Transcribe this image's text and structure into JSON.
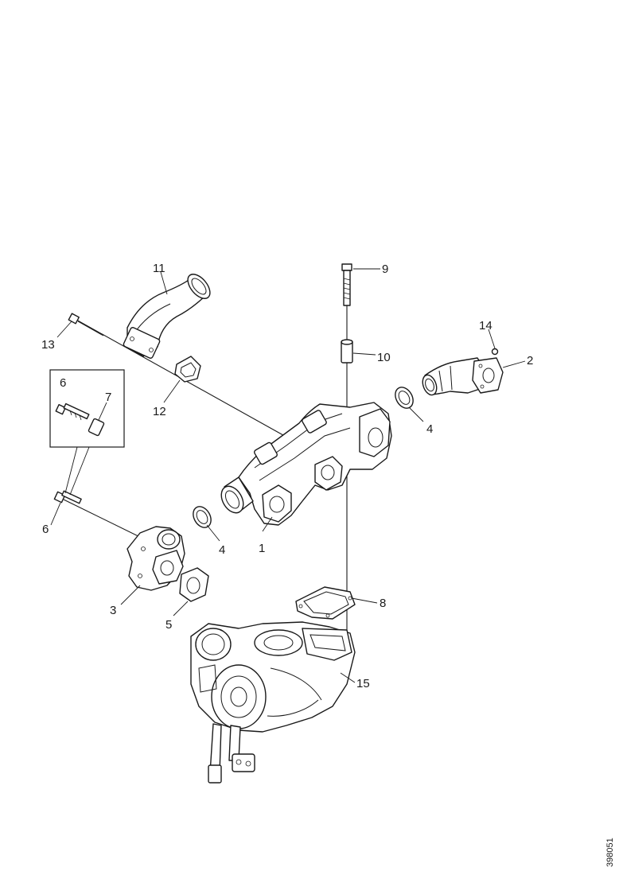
{
  "diagram": {
    "callouts": {
      "c1": "1",
      "c2": "2",
      "c3": "3",
      "c4a": "4",
      "c4b": "4",
      "c5": "5",
      "c6": "6",
      "c7": "7",
      "c8": "8",
      "c9": "9",
      "c10": "10",
      "c11": "11",
      "c12": "12",
      "c13": "13",
      "c14": "14",
      "c15": "15",
      "c6inset": "6"
    },
    "doc_number": "398051"
  }
}
